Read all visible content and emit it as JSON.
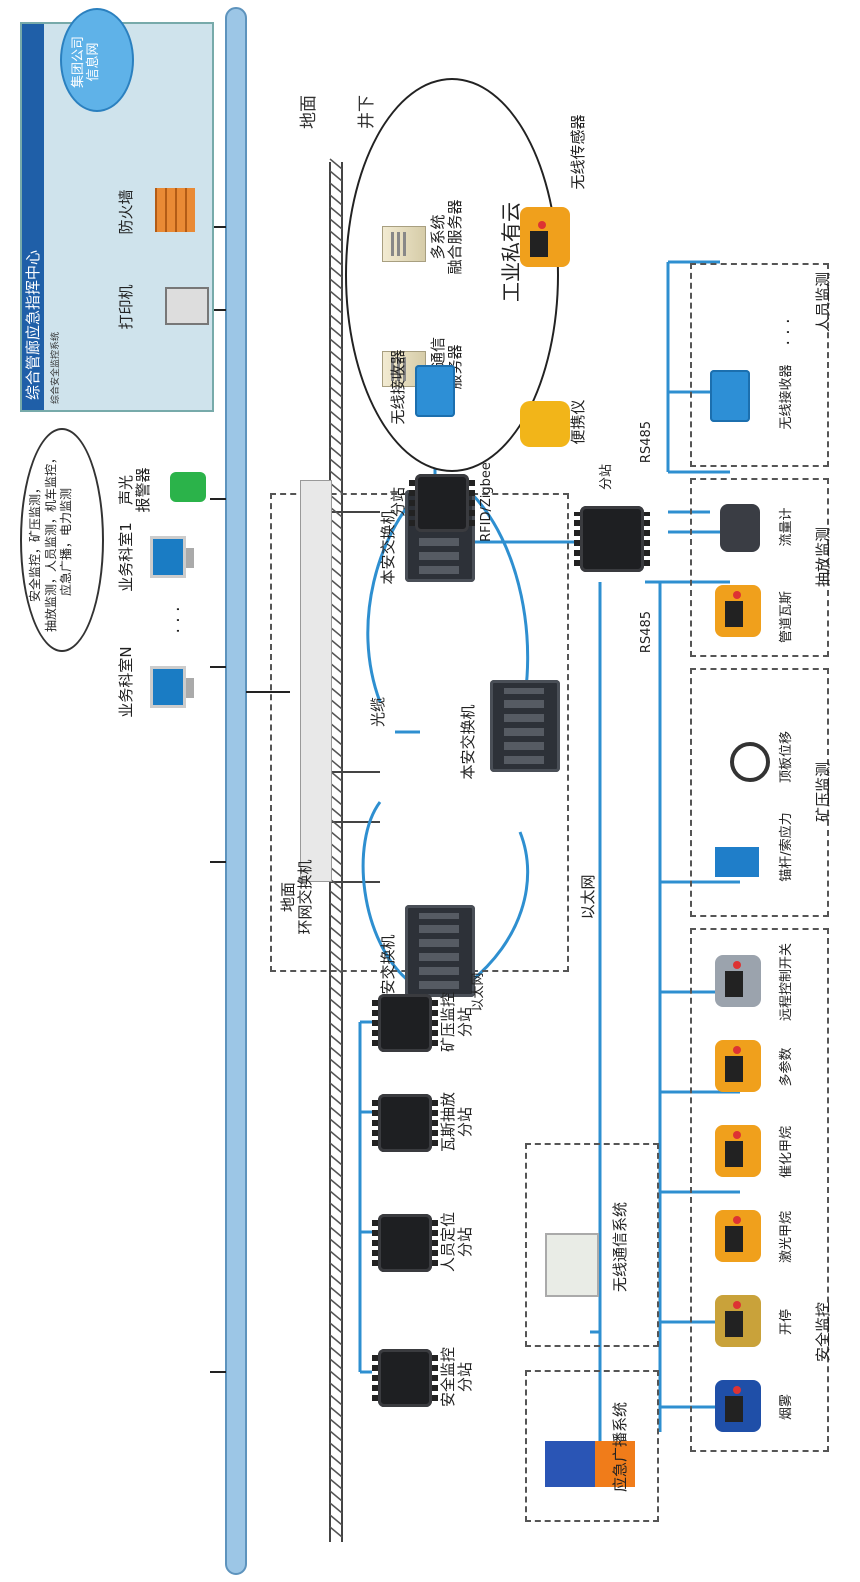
{
  "control_center": {
    "title": "综合管廊应急指挥中心",
    "sub": "综合安全监控系统"
  },
  "firewall": "防火墙",
  "corp_net": "集团公司\n信息网",
  "private_cloud": {
    "title": "工业私有云",
    "server1": "数据通信\n服务器",
    "server2": "多系统\n融合服务器"
  },
  "printer": "打印机",
  "alarm": "声光\n报警器",
  "offices": {
    "office_1": "业务科室1",
    "office_n": "业务科室N",
    "dots": "· · ·",
    "bubble": "安全监控，矿压监测，\n抽放监测，人员监测，机车监控，\n应急广播，电力监测"
  },
  "ground": "地面",
  "underground": "井下",
  "ring_switch": "地面\n环网交换机",
  "fiber": "光缆",
  "ethernet": "以太网",
  "ethernet_small": "以太网",
  "switches": {
    "sw1": "本安交换机",
    "sw2": "本安交换机",
    "sw3": "本安交换机"
  },
  "substation_top": "分站",
  "substation_mid": "分站",
  "rfid": "RFID/Zigbee",
  "wireless_receiver": "无线接收器",
  "portable": "便携仪",
  "wireless_sensor": "无线传感器",
  "substations": [
    "安全监控\n分站",
    "人员定位\n分站",
    "瓦斯抽放\n分站",
    "矿压监控\n分站"
  ],
  "rs485_a": "RS485",
  "rs485_b": "RS485",
  "broadcast_system": "应急广播系统",
  "wireless_comm_system": "无线通信系统",
  "safety": {
    "title": "安全监控",
    "items": [
      "烟雾",
      "开停",
      "激光甲烷",
      "催化甲烷",
      "多参数",
      "远程控制开关"
    ]
  },
  "pressure": {
    "title": "矿压监测",
    "items": [
      "锚杆/索应力",
      "顶板位移"
    ]
  },
  "extraction": {
    "title": "抽放监测",
    "items": [
      "管道瓦斯",
      "流量计"
    ]
  },
  "personnel": {
    "title": "人员监测",
    "items": [
      "无线接收器"
    ],
    "dots": "· · ·"
  },
  "colors": {
    "line": "#2e8fd0",
    "bus": "#9cc6e6",
    "hatch": "#555555",
    "device_orange": "#f0a01c"
  }
}
